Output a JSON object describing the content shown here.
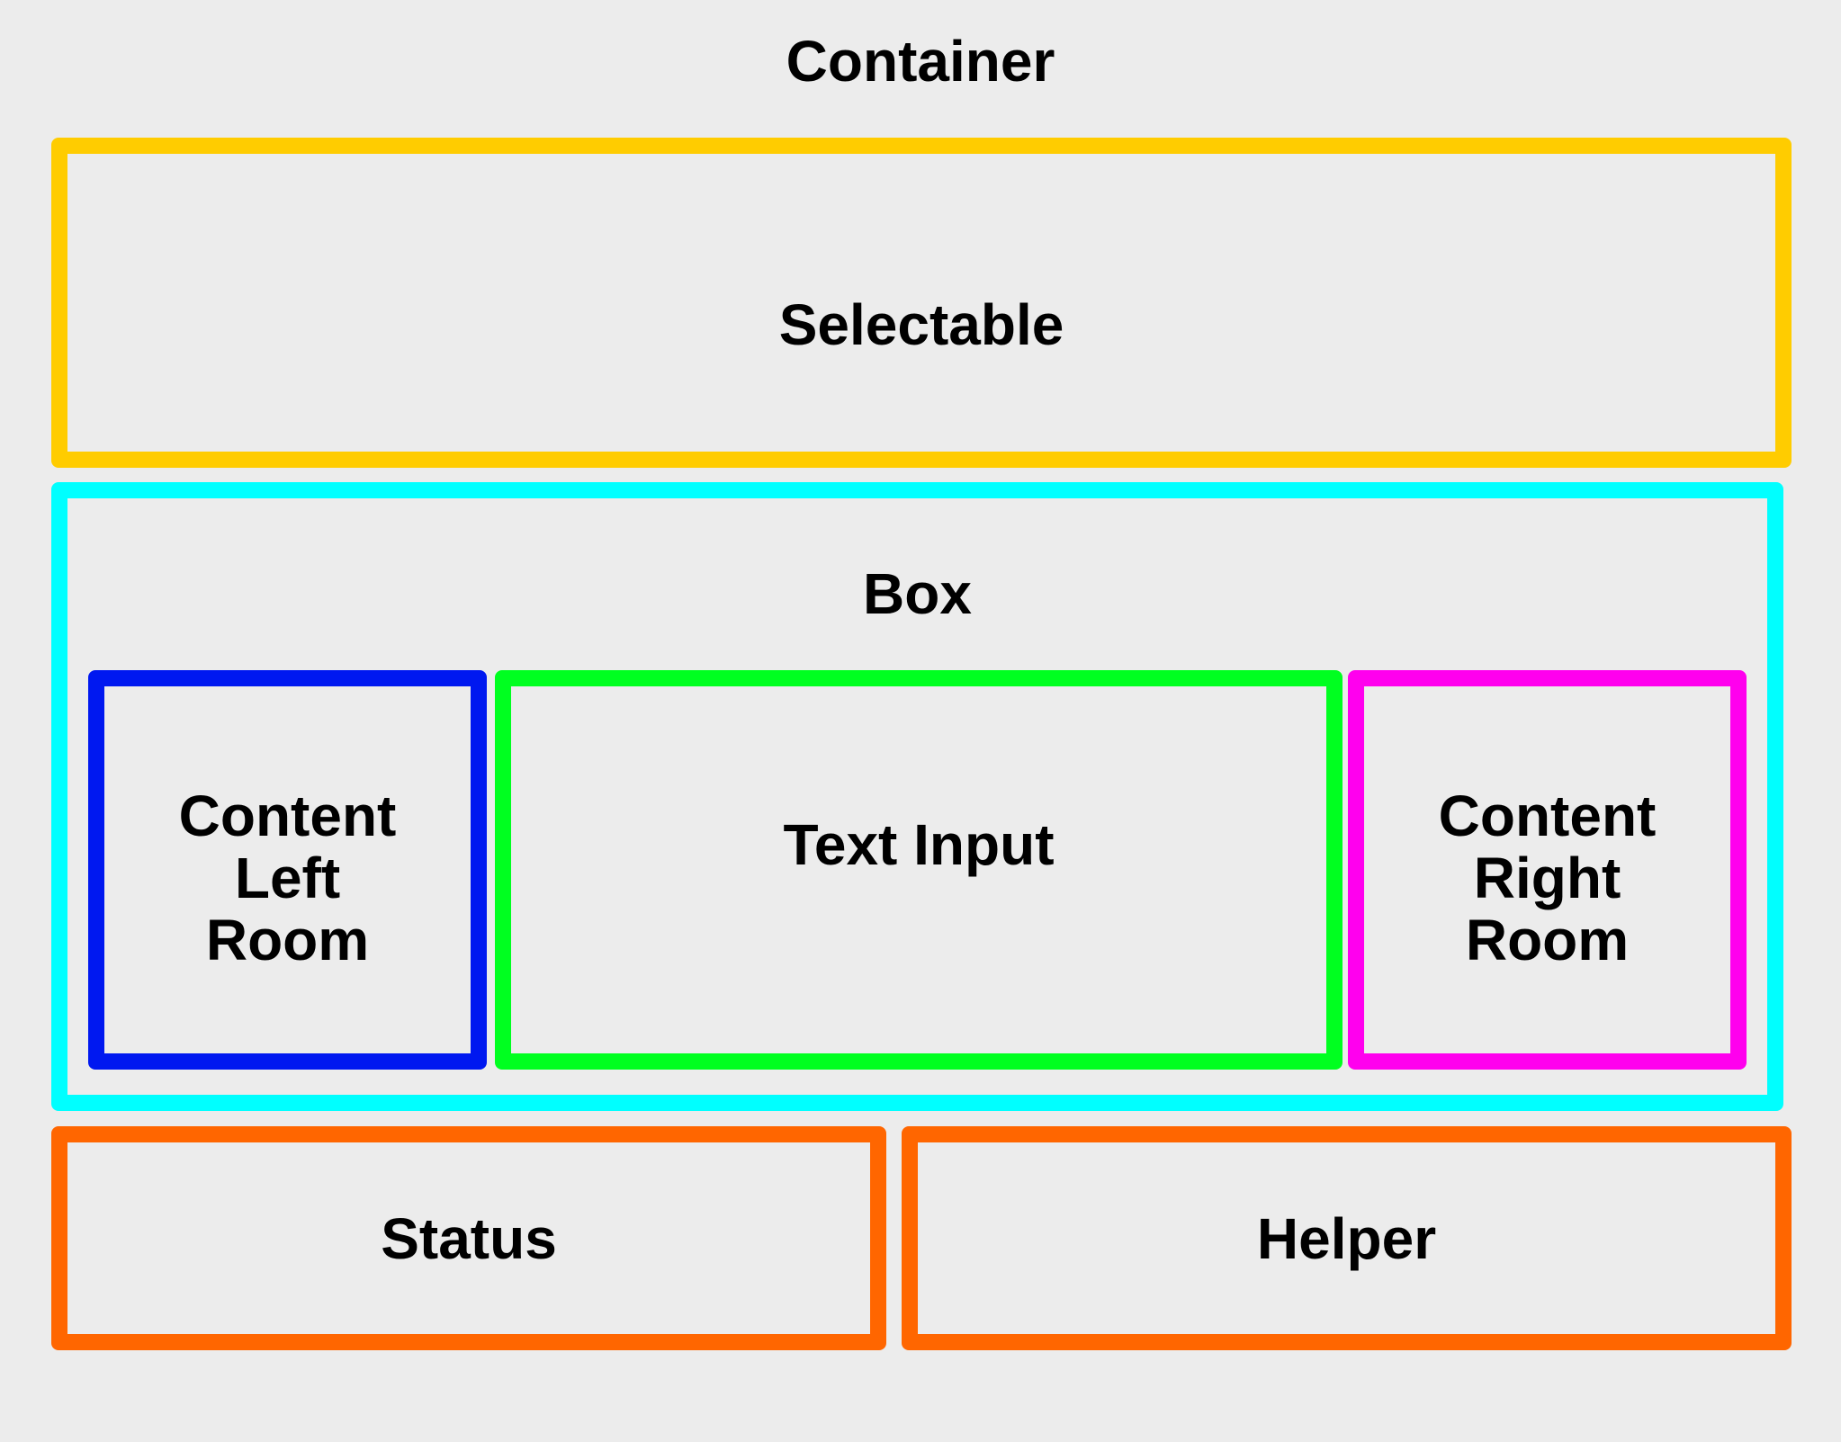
{
  "container": {
    "title": "Container"
  },
  "selectable": {
    "label": "Selectable",
    "color": "#ffcc00"
  },
  "box": {
    "title": "Box",
    "color": "#00ffff",
    "content_left": {
      "lines": [
        "Content",
        "Left",
        "Room"
      ],
      "color": "#0018f0"
    },
    "text_input": {
      "label": "Text Input",
      "color": "#00ff20"
    },
    "content_right": {
      "lines": [
        "Content",
        "Right",
        "Room"
      ],
      "color": "#ff00ee"
    }
  },
  "status": {
    "label": "Status",
    "color": "#ff6600"
  },
  "helper": {
    "label": "Helper",
    "color": "#ff6600"
  }
}
